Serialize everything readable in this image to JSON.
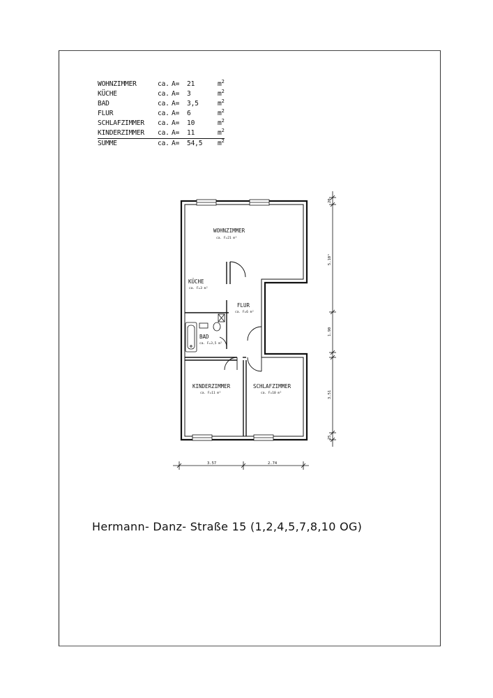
{
  "area_table": {
    "rows": [
      {
        "name": "WOHNZIMMER",
        "ca": "ca.",
        "a": "A=",
        "value": "21",
        "unit": "m",
        "exp": "2"
      },
      {
        "name": "KÜCHE",
        "ca": "ca.",
        "a": "A=",
        "value": "3",
        "unit": "m",
        "exp": "2"
      },
      {
        "name": "BAD",
        "ca": "ca.",
        "a": "A=",
        "value": "3,5",
        "unit": "m",
        "exp": "2"
      },
      {
        "name": "FLUR",
        "ca": "ca.",
        "a": "A=",
        "value": "6",
        "unit": "m",
        "exp": "2"
      },
      {
        "name": "SCHLAFZIMMER",
        "ca": "ca.",
        "a": "A=",
        "value": "10",
        "unit": "m",
        "exp": "2"
      },
      {
        "name": "KINDERZIMMER",
        "ca": "ca.",
        "a": "A=",
        "value": "11",
        "unit": "m",
        "exp": "2"
      }
    ],
    "total": {
      "name": "SUMME",
      "ca": "ca.",
      "a": "A=",
      "value": "54,5",
      "unit": "m",
      "exp": "2"
    }
  },
  "rooms": {
    "wohnzimmer": {
      "label": "WOHNZIMMER",
      "area": "ca. F=21 m²"
    },
    "kueche": {
      "label": "KÜCHE",
      "area": "ca. F=3 m²"
    },
    "flur": {
      "label": "FLUR",
      "area": "ca. F=6 m²"
    },
    "bad": {
      "label": "BAD",
      "area": "ca. F=3,5 m²"
    },
    "kinderzimmer": {
      "label": "KINDERZIMMER",
      "area": "ca. F=11 m²"
    },
    "schlafzimmer": {
      "label": "SCHLAFZIMMER",
      "area": "ca. F=10 m²"
    }
  },
  "dimensions": {
    "vertical": {
      "top": "20",
      "upper": "5.10⁵",
      "middle": "1.90",
      "lower": "3.51",
      "bottom": "25"
    },
    "horizontal": {
      "left": "3.57",
      "right": "2.74"
    }
  },
  "address": "Hermann- Danz- Straße 15 (1,2,4,5,7,8,10 OG)"
}
